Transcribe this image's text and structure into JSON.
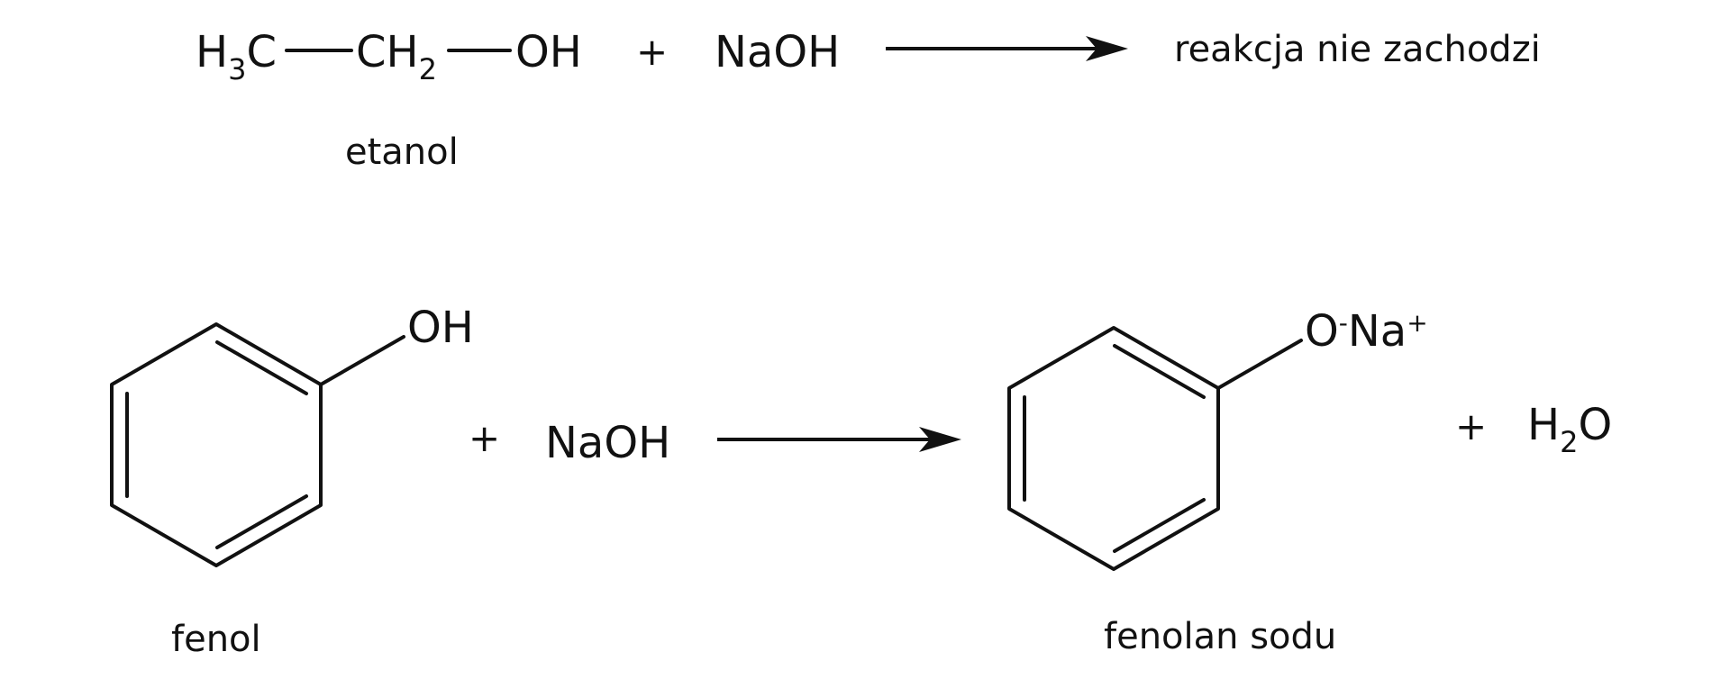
{
  "reaction1": {
    "ethanol": {
      "h3c": "H",
      "h3c_sub": "3",
      "h3c_c": "C",
      "ch2": "CH",
      "ch2_sub": "2",
      "oh": "OH"
    },
    "plus": "+",
    "reagent": "NaOH",
    "product": "reakcja nie zachodzi",
    "name": "etanol"
  },
  "reaction2": {
    "phenol_oh": "OH",
    "plus1": "+",
    "reagent": "NaOH",
    "product_o": "O",
    "product_minus": "-",
    "product_na": "Na",
    "product_plus": "+",
    "plus2": "+",
    "water": {
      "h": "H",
      "sub": "2",
      "o": "O"
    },
    "name_left": "fenol",
    "name_right": "fenolan sodu"
  }
}
